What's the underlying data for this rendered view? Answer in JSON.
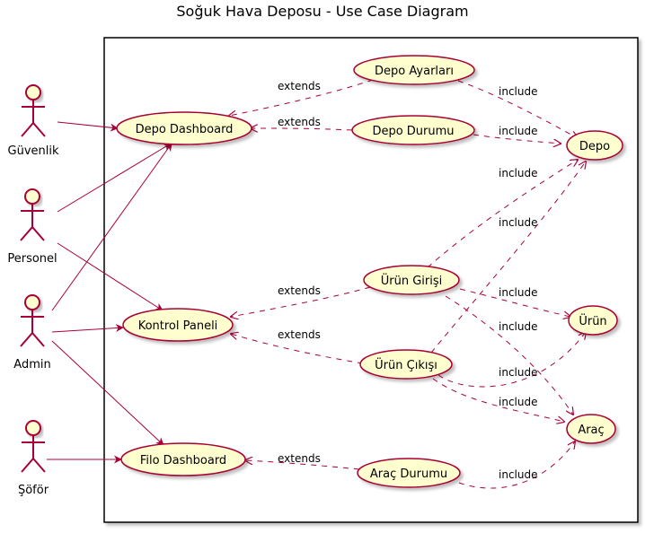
{
  "title": "Soğuk Hava Deposu - Use Case Diagram",
  "actors": {
    "guvenlik": "Güvenlik",
    "personel": "Personel",
    "admin": "Admin",
    "sofor": "Şöför"
  },
  "usecases": {
    "depo_dashboard": "Depo Dashboard",
    "kontrol_paneli": "Kontrol Paneli",
    "filo_dashboard": "Filo Dashboard",
    "depo_ayarlari": "Depo Ayarları",
    "depo_durumu": "Depo Durumu",
    "urun_girisi": "Ürün Girişi",
    "urun_cikisi": "Ürün Çıkışı",
    "arac_durumu": "Araç Durumu",
    "depo": "Depo",
    "urun": "Ürün",
    "arac": "Araç"
  },
  "relations": {
    "extends": "extends",
    "include": "include"
  }
}
